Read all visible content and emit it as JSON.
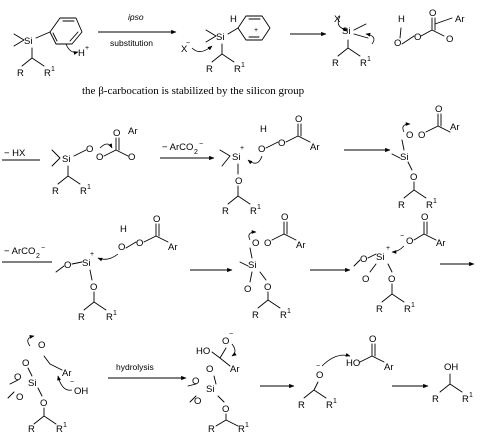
{
  "atoms": {
    "si": "Si",
    "r": "R",
    "r1": "R",
    "one": "1",
    "h": "H",
    "x": "X",
    "o": "O",
    "ar": "Ar",
    "ho": "HO",
    "oh": "OH",
    "plus": "+",
    "minus": "−"
  },
  "row1": {
    "arrow1_top": "ipso",
    "arrow1_bottom": "substitution",
    "caption": "the β-carbocation is stabilized by the silicon group"
  },
  "row2": {
    "lead_label": "− HX",
    "arrow_label": "− ArCO",
    "arrow_label_sub": "2"
  },
  "row3": {
    "lead_label": "− ArCO",
    "lead_label_sub": "2"
  },
  "row4": {
    "arrow_label": "hydrolysis"
  }
}
